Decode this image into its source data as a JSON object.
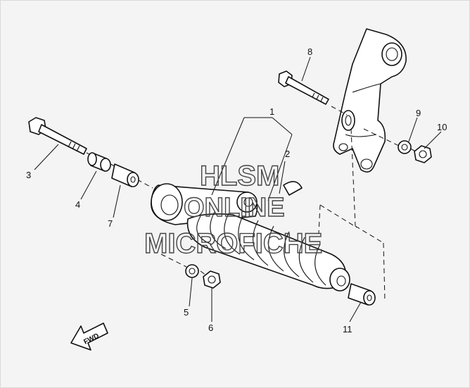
{
  "callouts": {
    "c1": "1",
    "c2": "2",
    "c3": "3",
    "c4": "4",
    "c5": "5",
    "c6": "6",
    "c7": "7",
    "c8": "8",
    "c9": "9",
    "c10": "10",
    "c11": "11"
  },
  "direction_label": "FWD",
  "watermark": {
    "line1": "HLSM",
    "line2": "ONLINE",
    "line3": "MICROFICHE"
  }
}
